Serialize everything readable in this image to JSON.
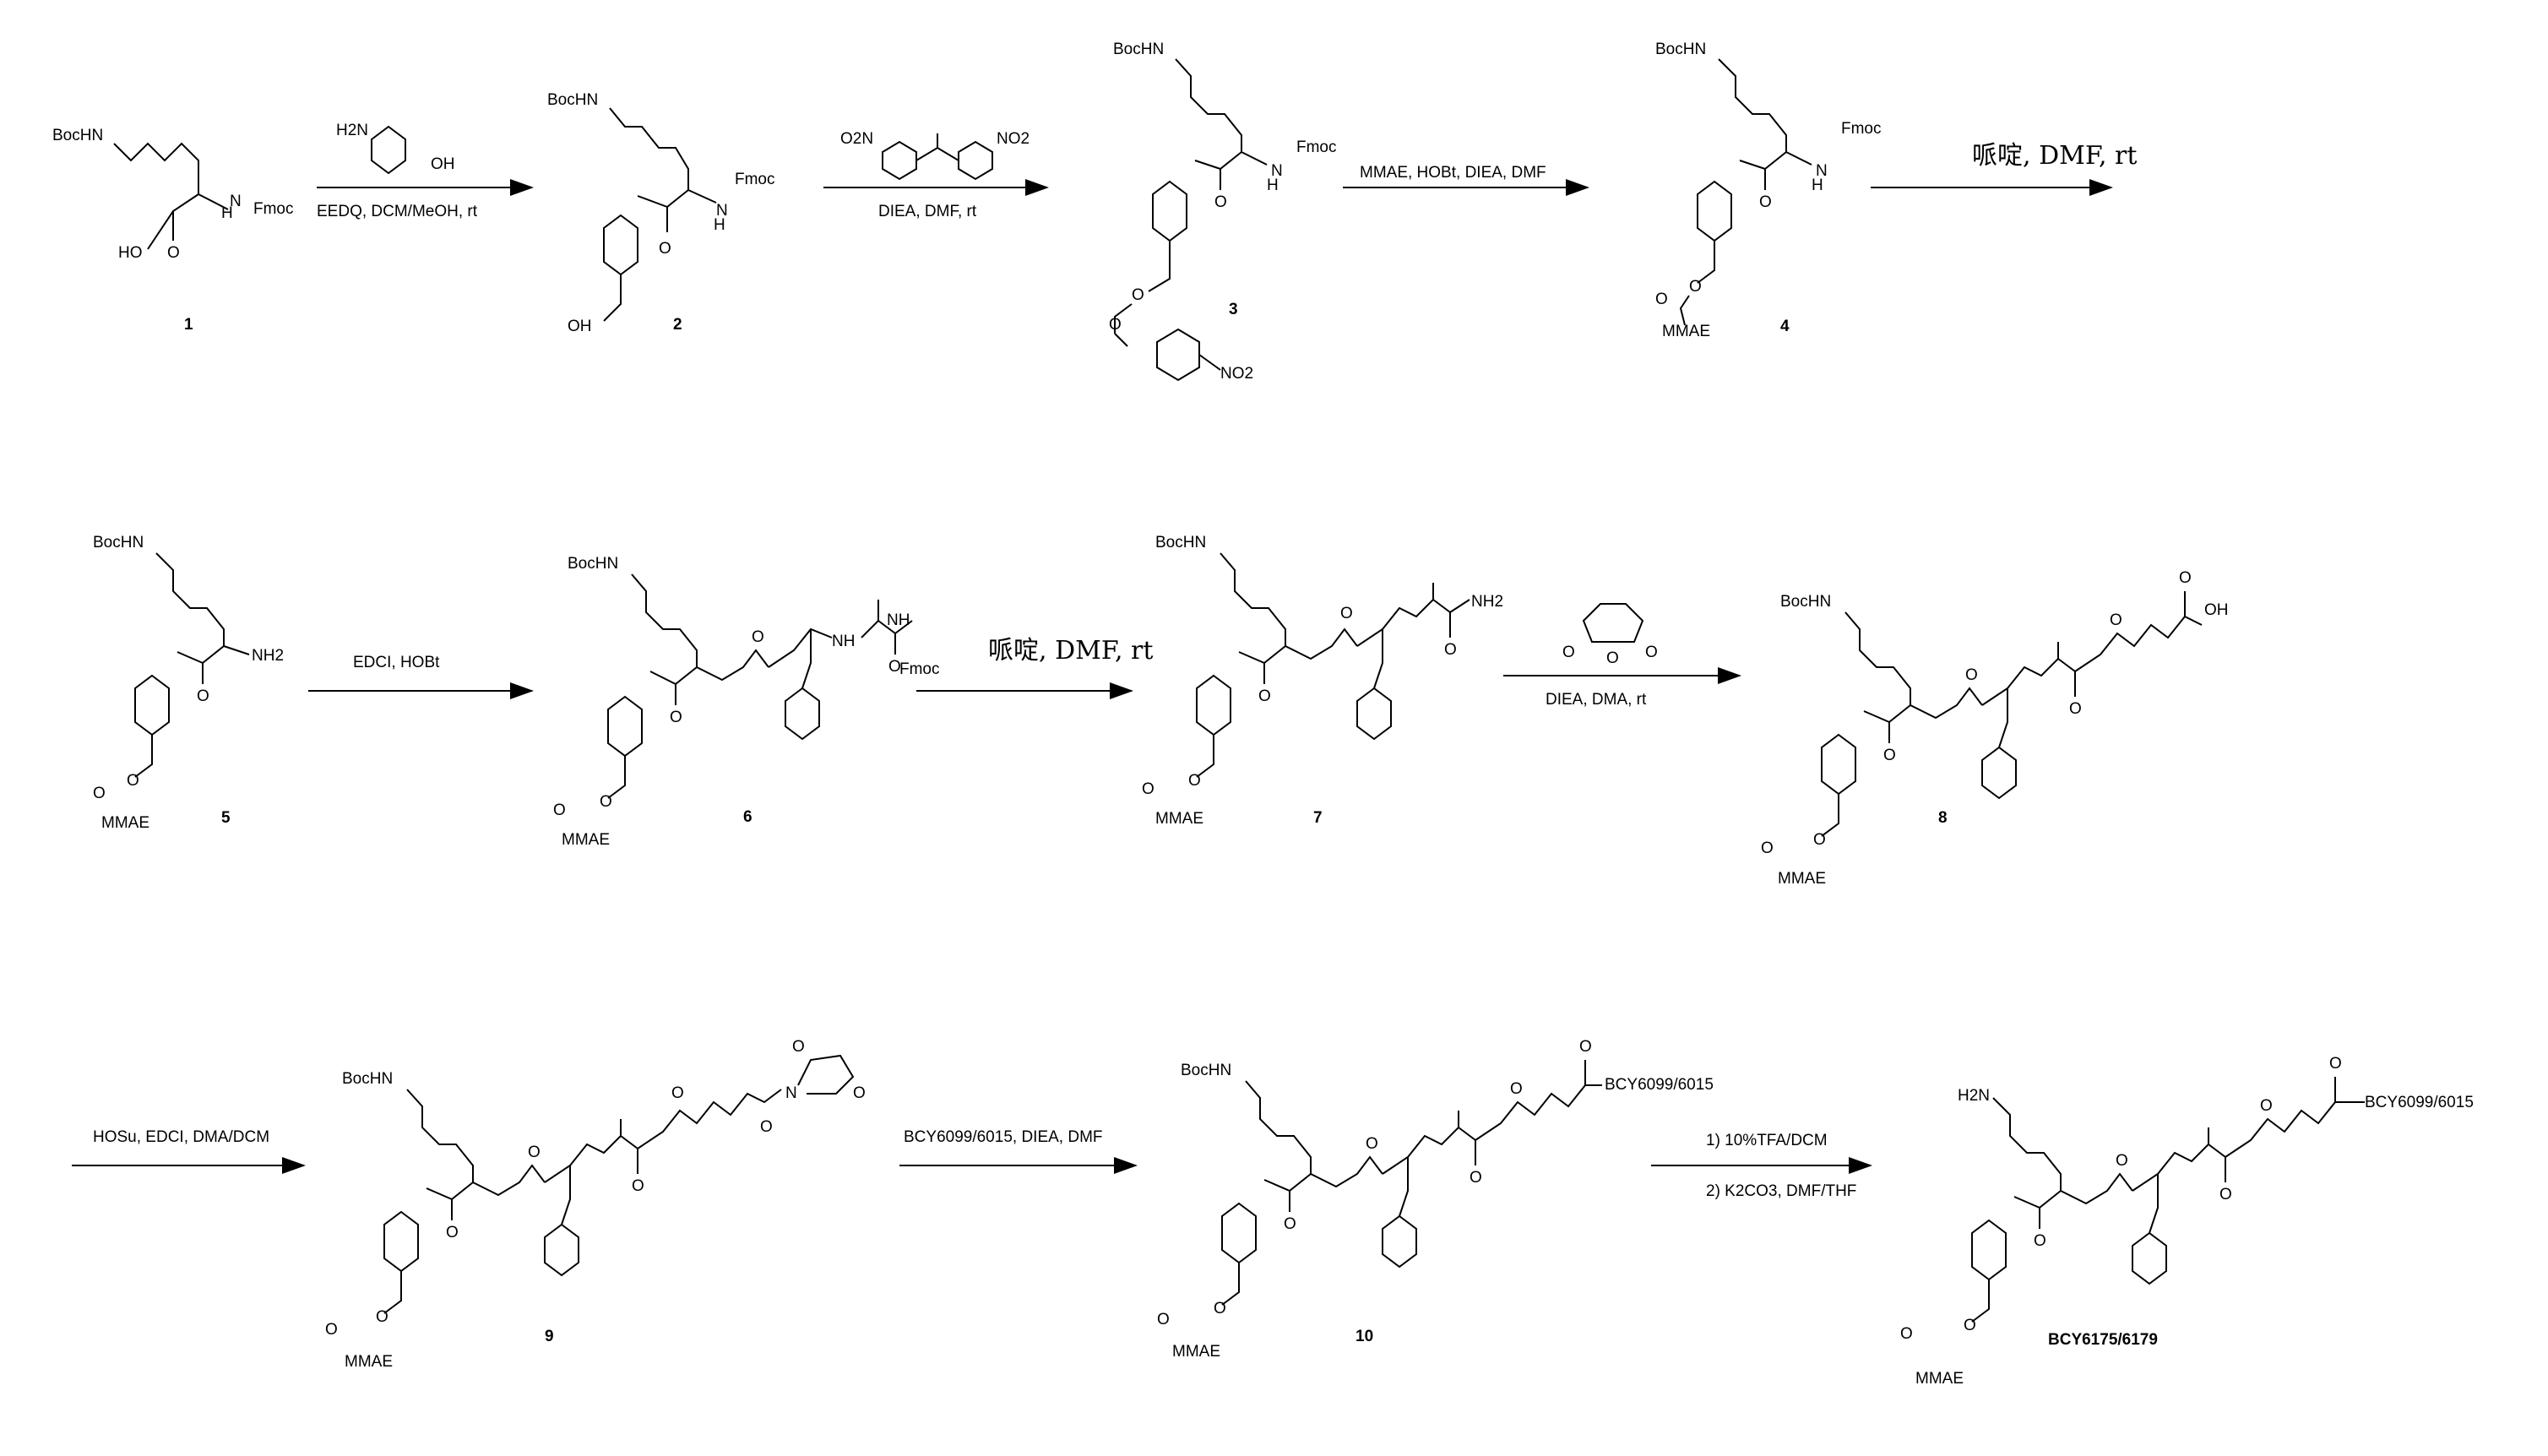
{
  "compounds": {
    "c1": {
      "number": "1",
      "labels": {
        "boc": "BocHN",
        "fmoc": "Fmoc",
        "nh": "N",
        "h": "H",
        "acid": "HO",
        "o": "O"
      }
    },
    "c2": {
      "number": "2",
      "labels": {
        "boc": "BocHN",
        "fmoc": "Fmoc",
        "nh": "N",
        "h": "H",
        "oh": "OH",
        "o": "O"
      }
    },
    "c3": {
      "number": "3",
      "labels": {
        "boc": "BocHN",
        "fmoc": "Fmoc",
        "nh": "N",
        "h": "H",
        "o": "O",
        "no2": "NO2"
      }
    },
    "c4": {
      "number": "4",
      "labels": {
        "boc": "BocHN",
        "fmoc": "Fmoc",
        "nh": "N",
        "h": "H",
        "o": "O",
        "mmae": "MMAE"
      }
    },
    "c5": {
      "number": "5",
      "labels": {
        "boc": "BocHN",
        "nh2": "NH2",
        "o": "O",
        "mmae": "MMAE"
      }
    },
    "c6": {
      "number": "6",
      "labels": {
        "boc": "BocHN",
        "fmoc": "Fmoc",
        "o": "O",
        "mmae": "MMAE",
        "nh": "NH"
      }
    },
    "c7": {
      "number": "7",
      "labels": {
        "boc": "BocHN",
        "nh2": "NH2",
        "o": "O",
        "mmae": "MMAE"
      }
    },
    "c8": {
      "number": "8",
      "labels": {
        "boc": "BocHN",
        "oh": "OH",
        "o": "O",
        "mmae": "MMAE"
      }
    },
    "c9": {
      "number": "9",
      "labels": {
        "boc": "BocHN",
        "o": "O",
        "mmae": "MMAE",
        "n": "N"
      }
    },
    "c10": {
      "number": "10",
      "labels": {
        "boc": "BocHN",
        "bcy": "BCY6099/6015",
        "o": "O",
        "mmae": "MMAE"
      }
    },
    "c11": {
      "number": "BCY6175/6179",
      "labels": {
        "h2n": "H2N",
        "bcy": "BCY6099/6015",
        "o": "O",
        "mmae": "MMAE"
      }
    }
  },
  "reagents": {
    "r1": {
      "reagent": "H2N",
      "reagent_oh": "OH",
      "conditions": "EEDQ, DCM/MeOH, rt"
    },
    "r2": {
      "reagent_left": "O2N",
      "reagent_right": "NO2",
      "conditions": "DIEA, DMF, rt"
    },
    "r3": {
      "conditions": "MMAE, HOBt, DIEA, DMF"
    },
    "r4": {
      "conditions": "哌啶, DMF, rt"
    },
    "r5": {
      "conditions": "EDCI, HOBt"
    },
    "r6": {
      "conditions": "哌啶, DMF, rt"
    },
    "r7": {
      "conditions": "DIEA, DMA, rt"
    },
    "r8": {
      "conditions": "HOSu, EDCI, DMA/DCM"
    },
    "r9": {
      "conditions": "BCY6099/6015, DIEA, DMF"
    },
    "r10": {
      "conditions_1": "1) 10%TFA/DCM",
      "conditions_2": "2) K2CO3, DMF/THF"
    }
  }
}
